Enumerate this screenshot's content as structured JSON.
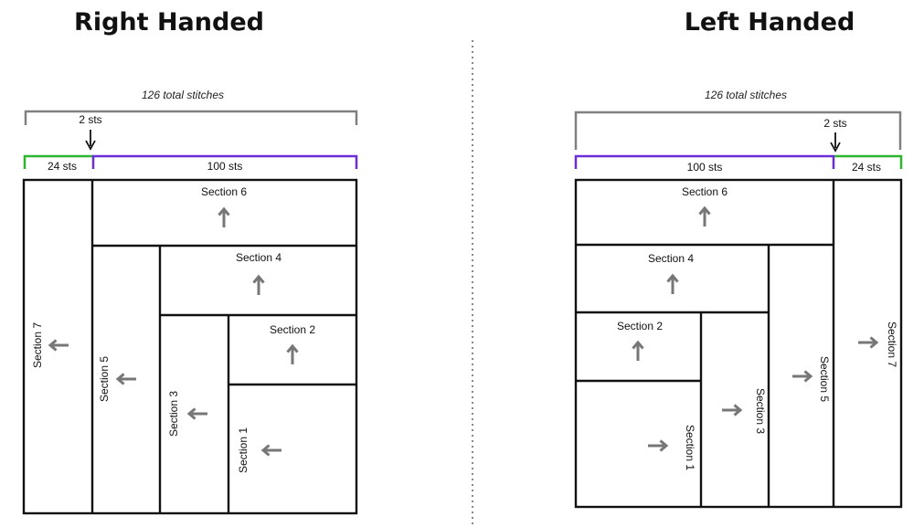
{
  "headings": {
    "right": "Right Handed",
    "left": "Left Handed"
  },
  "right": {
    "total": "126 total stitches",
    "marker": "2 sts",
    "green_label": "24 sts",
    "purple_label": "100 sts",
    "sections": {
      "s1": "Section 1",
      "s2": "Section 2",
      "s3": "Section 3",
      "s4": "Section 4",
      "s5": "Section 5",
      "s6": "Section 6",
      "s7": "Section 7"
    }
  },
  "left": {
    "total": "126 total stitches",
    "marker": "2 sts",
    "green_label": "24 sts",
    "purple_label": "100 sts",
    "sections": {
      "s1": "Section 1",
      "s2": "Section 2",
      "s3": "Section 3",
      "s4": "Section 4",
      "s5": "Section 5",
      "s6": "Section 6",
      "s7": "Section 7"
    }
  },
  "colors": {
    "total_bracket": "#808080",
    "green_bracket": "#2db52d",
    "purple_bracket": "#6a2ed8",
    "arrow": "#777777",
    "divider": "#888888"
  }
}
